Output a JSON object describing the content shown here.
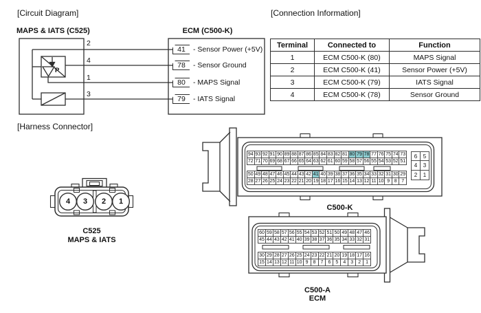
{
  "sections": {
    "circuit_diagram_label": "[Circuit Diagram]",
    "connection_info_label": "[Connection Information]",
    "harness_connector_label": "[Harness Connector]"
  },
  "circuit": {
    "left_title": "MAPS & IATS (C525)",
    "right_title": "ECM (C500-K)",
    "sensor_symbol": "P",
    "wires": [
      {
        "terminal": "2",
        "pin": "41",
        "pin_label": "- Sensor Power (+5V)"
      },
      {
        "terminal": "4",
        "pin": "78",
        "pin_label": "- Sensor Ground"
      },
      {
        "terminal": "1",
        "pin": "80",
        "pin_label": "- MAPS Signal"
      },
      {
        "terminal": "3",
        "pin": "79",
        "pin_label": "- IATS Signal"
      }
    ]
  },
  "table": {
    "headers": [
      "Terminal",
      "Connected to",
      "Function"
    ],
    "rows": [
      [
        "1",
        "ECM C500-K (80)",
        "MAPS Signal"
      ],
      [
        "2",
        "ECM C500-K (41)",
        "Sensor Power (+5V)"
      ],
      [
        "3",
        "ECM C500-K (79)",
        "IATS Signal"
      ],
      [
        "4",
        "ECM C500-K (78)",
        "Sensor Ground"
      ]
    ]
  },
  "c525": {
    "name": "C525",
    "subtitle": "MAPS & IATS",
    "cavities": [
      "4",
      "3",
      "2",
      "1"
    ]
  },
  "c500k": {
    "name": "C500-K",
    "highlight_color": "#8ccdd1",
    "top": {
      "rows": [
        [
          "94",
          "93",
          "92",
          "91",
          "90",
          "89",
          "88",
          "87",
          "86",
          "85",
          "84",
          "83",
          "82",
          "81",
          "80",
          "79",
          "78",
          "77",
          "76",
          "75",
          "74",
          "73"
        ],
        [
          "72",
          "71",
          "70",
          "69",
          "68",
          "67",
          "66",
          "65",
          "64",
          "63",
          "62",
          "61",
          "60",
          "59",
          "58",
          "57",
          "56",
          "55",
          "54",
          "53",
          "52",
          "51"
        ]
      ],
      "highlight": [
        "80",
        "79",
        "78"
      ]
    },
    "bottom": {
      "rows": [
        [
          "50",
          "49",
          "48",
          "47",
          "46",
          "45",
          "44",
          "43",
          "42",
          "41",
          "40",
          "39",
          "38",
          "37",
          "36",
          "35",
          "34",
          "33",
          "32",
          "31",
          "30",
          "29"
        ],
        [
          "28",
          "27",
          "26",
          "25",
          "24",
          "23",
          "22",
          "21",
          "20",
          "19",
          "18",
          "17",
          "16",
          "15",
          "14",
          "13",
          "12",
          "11",
          "10",
          "9",
          "8",
          "7"
        ]
      ],
      "highlight": [
        "41"
      ]
    },
    "side": {
      "rows": [
        [
          "6",
          "5"
        ],
        [
          "4",
          "3"
        ],
        [
          "2",
          "1"
        ]
      ],
      "highlight": []
    }
  },
  "c500a": {
    "name": "C500-A",
    "subtitle": "ECM",
    "top": {
      "rows": [
        [
          "60",
          "59",
          "58",
          "57",
          "56",
          "55",
          "54",
          "53",
          "52",
          "51",
          "50",
          "49",
          "48",
          "47",
          "46"
        ],
        [
          "45",
          "44",
          "43",
          "42",
          "41",
          "40",
          "39",
          "38",
          "37",
          "36",
          "35",
          "34",
          "33",
          "32",
          "31"
        ]
      ],
      "highlight": []
    },
    "bottom": {
      "rows": [
        [
          "30",
          "29",
          "28",
          "27",
          "26",
          "25",
          "24",
          "23",
          "22",
          "21",
          "20",
          "19",
          "18",
          "17",
          "16"
        ],
        [
          "15",
          "14",
          "13",
          "12",
          "11",
          "10",
          "9",
          "8",
          "7",
          "6",
          "5",
          "4",
          "3",
          "2",
          "1"
        ]
      ],
      "highlight": []
    }
  }
}
